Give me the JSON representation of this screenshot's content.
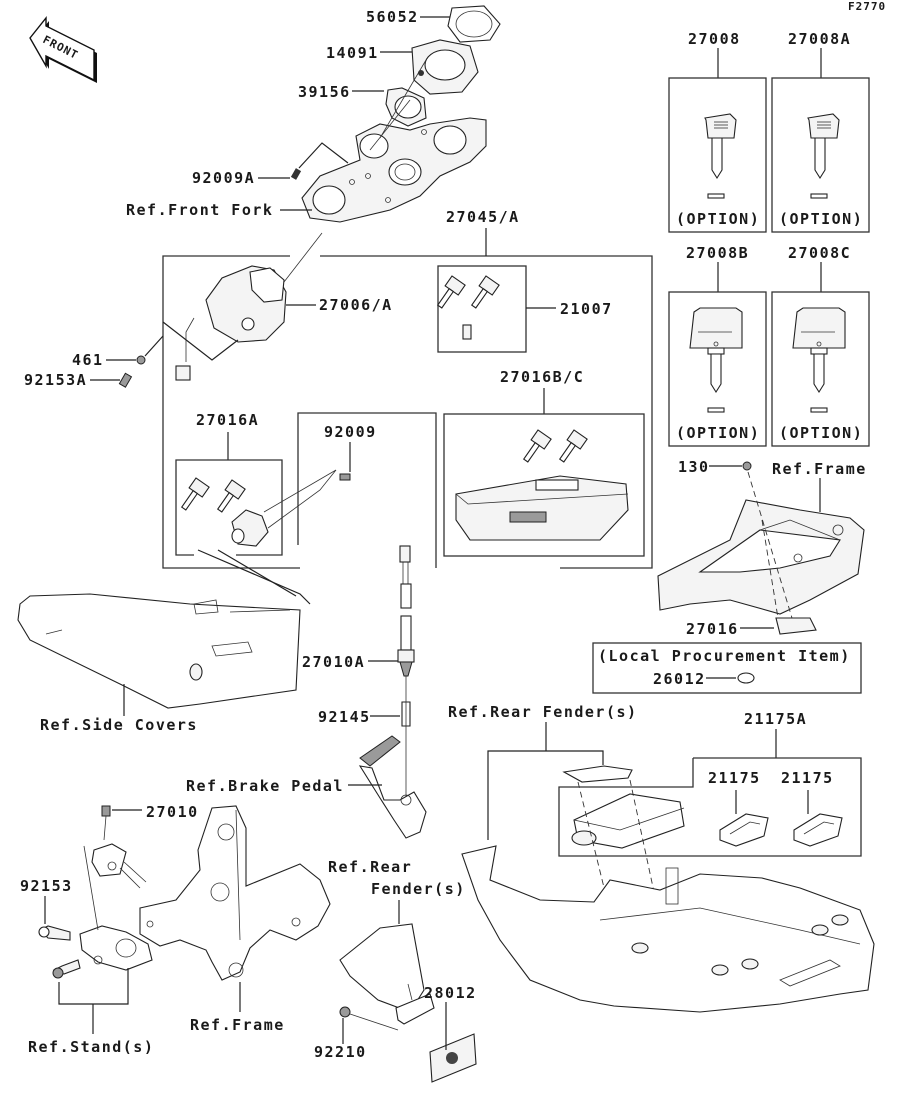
{
  "diagram": {
    "figure_id": "F2770",
    "front_indicator": "FRONT",
    "labels": {
      "p56052": "56052",
      "p14091": "14091",
      "p39156": "39156",
      "p92009A": "92009A",
      "ref_front_fork": "Ref.Front Fork",
      "p27045A": "27045/A",
      "p27006A": "27006/A",
      "p21007": "21007",
      "p461": "461",
      "p92153A": "92153A",
      "p27016A": "27016A",
      "p92009": "92009",
      "p27016BC": "27016B/C",
      "p27008": "27008",
      "p27008A": "27008A",
      "p27008B": "27008B",
      "p27008C": "27008C",
      "option_1": "(OPTION)",
      "option_2": "(OPTION)",
      "option_3": "(OPTION)",
      "option_4": "(OPTION)",
      "p130": "130",
      "ref_frame_top": "Ref.Frame",
      "p27016": "27016",
      "local_procurement": "(Local Procurement Item)",
      "p26012": "26012",
      "ref_side_covers": "Ref.Side Covers",
      "p27010A": "27010A",
      "p92145": "92145",
      "ref_brake_pedal": "Ref.Brake Pedal",
      "ref_rear_fender_top": "Ref.Rear Fender(s)",
      "p21175A": "21175A",
      "p21175_1": "21175",
      "p21175_2": "21175",
      "p27010": "27010",
      "p92153": "92153",
      "ref_rear_line1": "Ref.Rear",
      "ref_rear_line2": "Fender(s)",
      "ref_stands": "Ref.Stand(s)",
      "ref_frame_bottom": "Ref.Frame",
      "p28012": "28012",
      "p92210": "92210"
    }
  }
}
